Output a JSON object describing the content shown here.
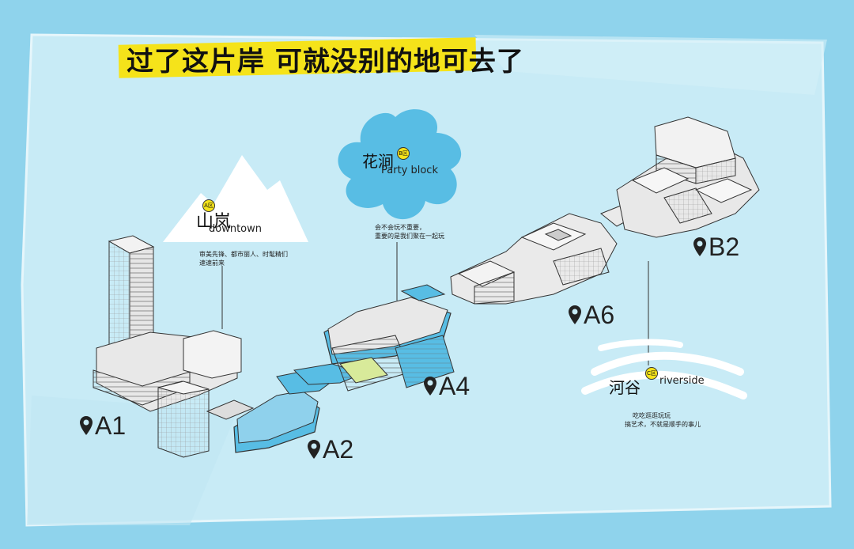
{
  "title": "过了这片岸 可就没别的地可去了",
  "colors": {
    "background": "#8fd3ec",
    "paper": "#c8ebf6",
    "banner": "#f5e31a",
    "building": "#e8e8e8",
    "highlight": "#58bde4"
  },
  "pins": [
    {
      "id": "A1",
      "label": "A1"
    },
    {
      "id": "A2",
      "label": "A2"
    },
    {
      "id": "A4",
      "label": "A4"
    },
    {
      "id": "A6",
      "label": "A6"
    },
    {
      "id": "B2",
      "label": "B2"
    }
  ],
  "zones": {
    "downtown": {
      "badge": "A区",
      "name": "山岚",
      "sub": "downtown",
      "desc_line1": "审美先锋、都市丽人、时髦精们",
      "desc_line2": "速速前来"
    },
    "party": {
      "badge": "B区",
      "name": "花涧",
      "sub": "Party block",
      "desc_line1": "会不会玩不重要，",
      "desc_line2": "重要的是我们聚在一起玩"
    },
    "riverside": {
      "badge": "C区",
      "name": "河谷",
      "sub": "riverside",
      "desc_line1": "吃吃逛逛玩玩",
      "desc_line2": "搞艺术，不就是顺手的事儿"
    }
  }
}
